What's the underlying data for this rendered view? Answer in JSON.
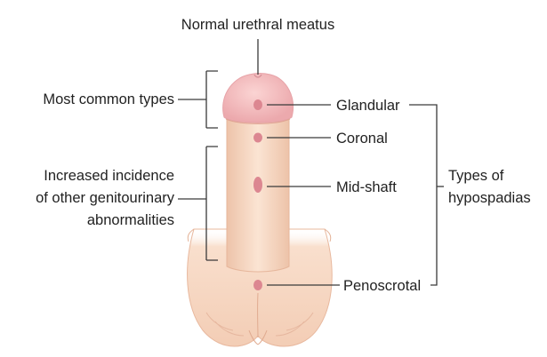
{
  "labels": {
    "top": "Normal urethral meatus",
    "most_common": "Most common types",
    "increased_1": "Increased incidence",
    "increased_2": "of other genitourinary",
    "increased_3": "abnormalities",
    "glandular": "Glandular",
    "coronal": "Coronal",
    "mid_shaft": "Mid-shaft",
    "penoscrotal": "Penoscrotal",
    "types_1": "Types of",
    "types_2": "hypospadias"
  },
  "colors": {
    "skin": "#f7d9c4",
    "skin_shadow": "#ecbfa6",
    "glans": "#f2b7b8",
    "meatus": "#d97f8a",
    "line": "#3a3a3a",
    "text": "#222222"
  }
}
